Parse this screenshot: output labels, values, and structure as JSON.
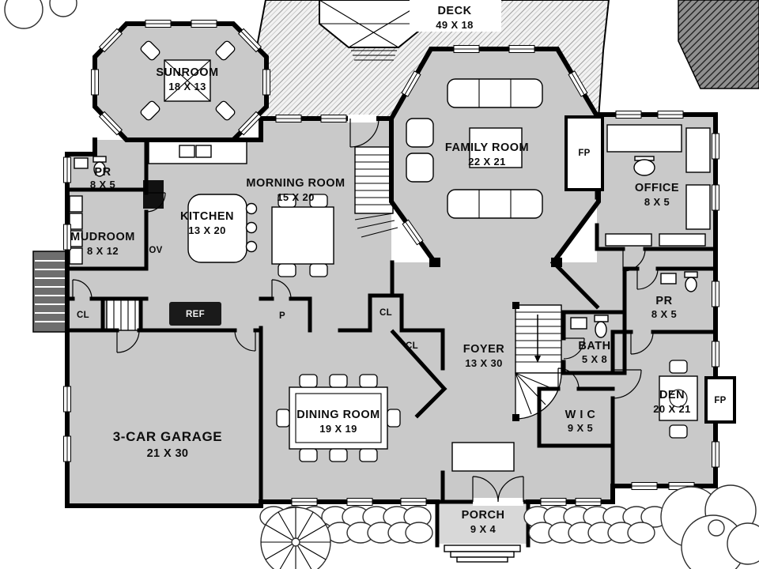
{
  "rooms": {
    "deck": {
      "name": "DECK",
      "dims": "49 X 18"
    },
    "sunroom": {
      "name": "SUNROOM",
      "dims": "18 X 13"
    },
    "family_room": {
      "name": "FAMILY ROOM",
      "dims": "22 X 21"
    },
    "office": {
      "name": "OFFICE",
      "dims": "8 X 5"
    },
    "pr_upper": {
      "name": "PR",
      "dims": "8 X 5"
    },
    "mudroom": {
      "name": "MUDROOM",
      "dims": "8 X 12"
    },
    "kitchen": {
      "name": "KITCHEN",
      "dims": "13 X 20"
    },
    "morning_room": {
      "name": "MORNING ROOM",
      "dims": "15 X 20"
    },
    "foyer": {
      "name": "FOYER",
      "dims": "13 X 30"
    },
    "bath": {
      "name": "BATH",
      "dims": "5 X 8"
    },
    "pr_lower": {
      "name": "PR",
      "dims": "8 X 5"
    },
    "den": {
      "name": "DEN",
      "dims": "20 X 21"
    },
    "wic": {
      "name": "W I C",
      "dims": "9 X 5"
    },
    "dining_room": {
      "name": "DINING ROOM",
      "dims": "19 X 19"
    },
    "garage": {
      "name": "3-CAR GARAGE",
      "dims": "21 X 30"
    },
    "porch": {
      "name": "PORCH",
      "dims": "9 X 4"
    }
  },
  "fixtures": {
    "fp_top": "FP",
    "fp_right": "FP",
    "oven": "OV",
    "fridge": "REF",
    "pantry": "P",
    "closet_hall": "CL",
    "closet_center": "CL",
    "closet_foyer": "CL"
  },
  "colors": {
    "room_fill": "#c9c9c9",
    "porch_fill": "#d8d8d8",
    "wall": "#000000",
    "background": "#ffffff"
  }
}
